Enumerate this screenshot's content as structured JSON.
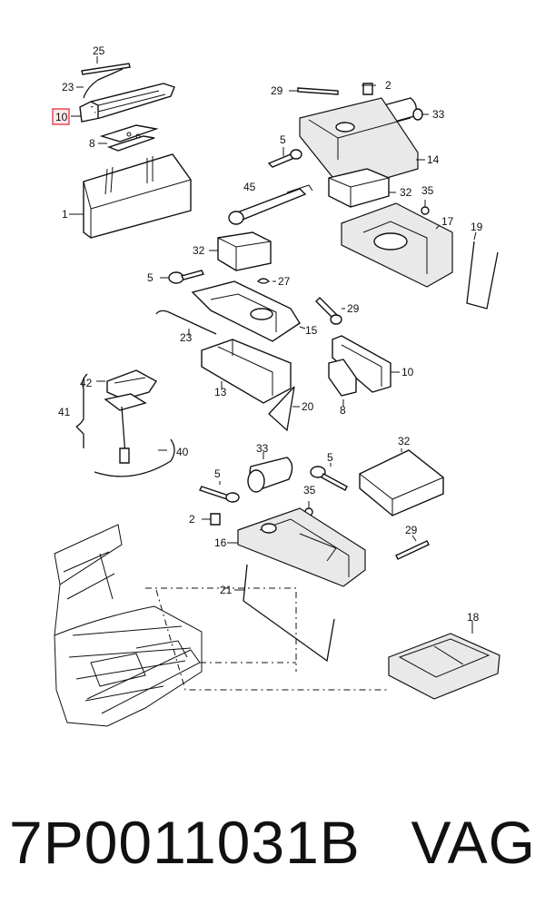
{
  "diagram": {
    "callouts": {
      "c25": "25",
      "c23a": "23",
      "c10a": "10",
      "c8a": "8",
      "c1": "1",
      "c29a": "29",
      "c2a": "2",
      "c33a": "33",
      "c5a": "5",
      "c14": "14",
      "c45": "45",
      "c32a": "32",
      "c35a": "35",
      "c17": "17",
      "c19": "19",
      "c32b": "32",
      "c5b": "5",
      "c27": "27",
      "c29b": "29",
      "c15": "15",
      "c23b": "23",
      "c42": "42",
      "c41": "41",
      "c13": "13",
      "c10b": "10",
      "c20": "20",
      "c8b": "8",
      "c40": "40",
      "c33b": "33",
      "c5c": "5",
      "c32c": "32",
      "c5d": "5",
      "c35b": "35",
      "c2b": "2",
      "c16": "16",
      "c29c": "29",
      "c21": "21",
      "c18": "18"
    },
    "highlight_color": "#e0202a"
  },
  "caption": {
    "part_number": "7P0011031B",
    "brand": "VAG"
  }
}
